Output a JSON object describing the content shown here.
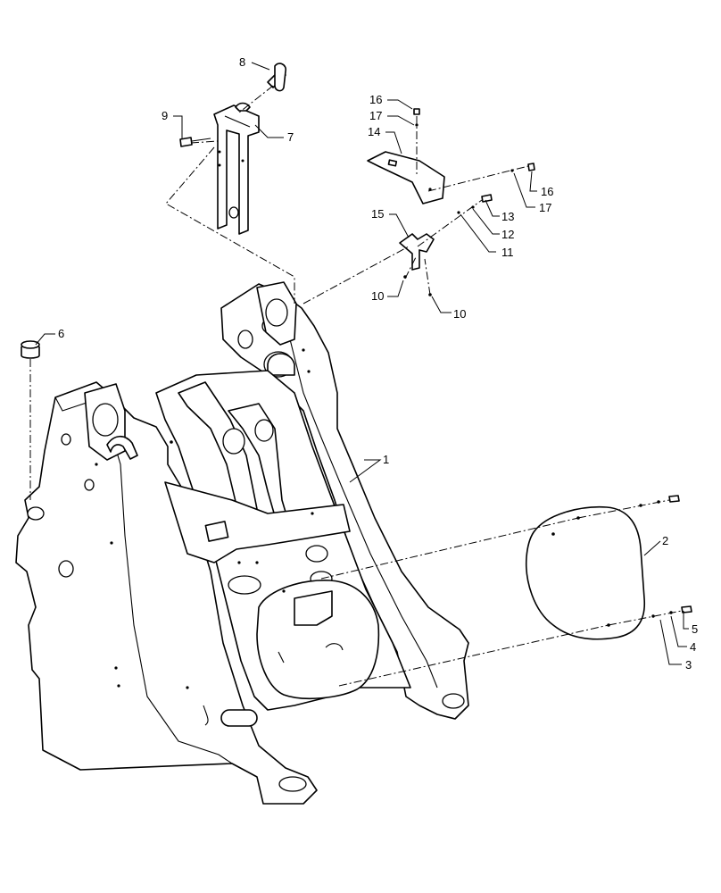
{
  "callouts": [
    {
      "id": "c1",
      "text": "1"
    },
    {
      "id": "c2",
      "text": "2"
    },
    {
      "id": "c3",
      "text": "3"
    },
    {
      "id": "c4",
      "text": "4"
    },
    {
      "id": "c5",
      "text": "5"
    },
    {
      "id": "c6",
      "text": "6"
    },
    {
      "id": "c7",
      "text": "7"
    },
    {
      "id": "c8",
      "text": "8"
    },
    {
      "id": "c9",
      "text": "9"
    },
    {
      "id": "c10a",
      "text": "10"
    },
    {
      "id": "c10b",
      "text": "10"
    },
    {
      "id": "c11",
      "text": "11"
    },
    {
      "id": "c12",
      "text": "12"
    },
    {
      "id": "c13",
      "text": "13"
    },
    {
      "id": "c14",
      "text": "14"
    },
    {
      "id": "c15",
      "text": "15"
    },
    {
      "id": "c16a",
      "text": "16"
    },
    {
      "id": "c16b",
      "text": "16"
    },
    {
      "id": "c17a",
      "text": "17"
    },
    {
      "id": "c17b",
      "text": "17"
    }
  ]
}
